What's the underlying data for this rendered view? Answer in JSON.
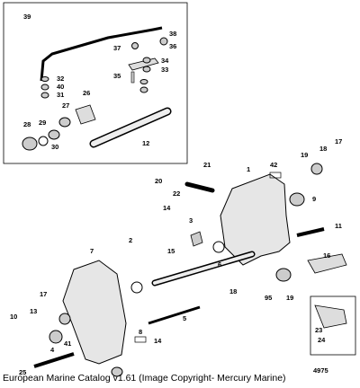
{
  "caption": "European Marine Catalog v1.61 (Image Copyright- Mercury Marine)",
  "drawing_number": "4975",
  "callouts": [
    "39",
    "38",
    "36",
    "37",
    "34",
    "33",
    "35",
    "32",
    "40",
    "31",
    "26",
    "27",
    "28",
    "29",
    "30",
    "12",
    "42",
    "1",
    "17",
    "18",
    "19",
    "21",
    "20",
    "22",
    "14",
    "9",
    "11",
    "3",
    "16",
    "2",
    "15",
    "7",
    "6",
    "95",
    "19",
    "18",
    "17",
    "13",
    "10",
    "41",
    "8",
    "14",
    "5",
    "4",
    "23",
    "24",
    "25"
  ]
}
